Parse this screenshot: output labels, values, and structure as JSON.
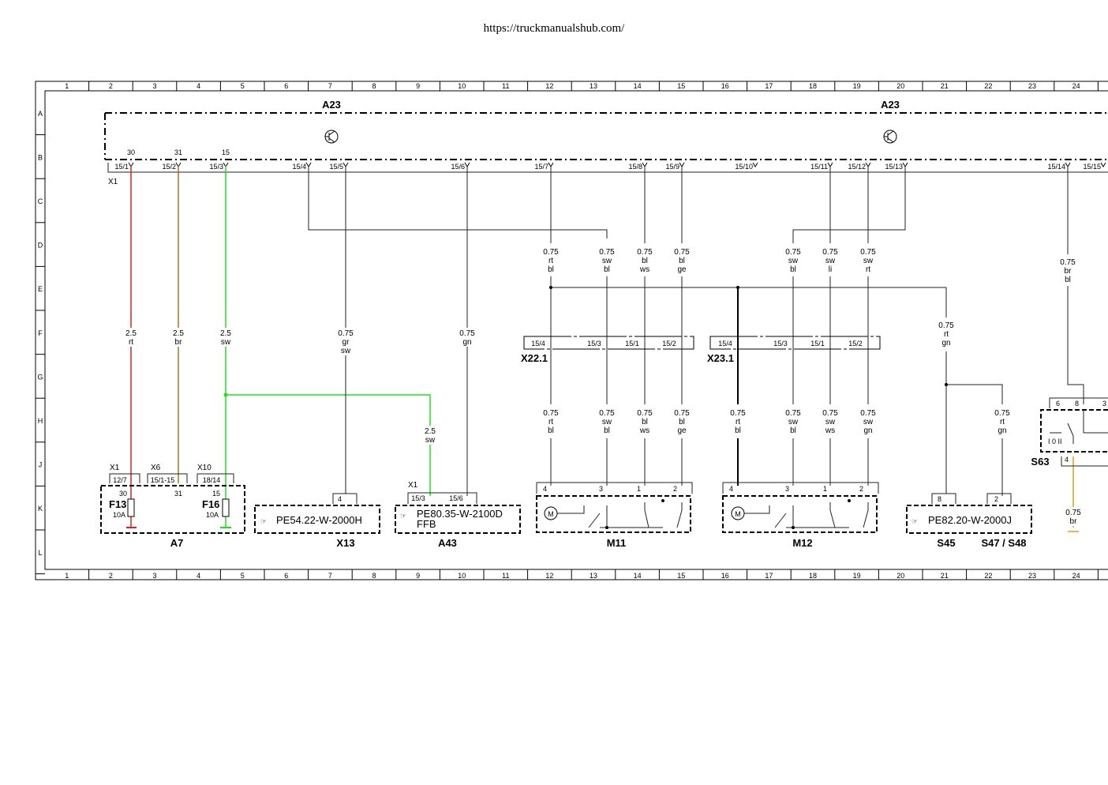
{
  "header": {
    "url": "https://truckmanualshub.com/"
  },
  "grid": {
    "columns": [
      "1",
      "2",
      "3",
      "4",
      "5",
      "6",
      "7",
      "8",
      "9",
      "10",
      "11",
      "12",
      "13",
      "14",
      "15",
      "16",
      "17",
      "18",
      "19",
      "20",
      "21",
      "22",
      "23",
      "24"
    ],
    "rows": [
      "A",
      "B",
      "C",
      "D",
      "E",
      "F",
      "G",
      "H",
      "J",
      "K",
      "L"
    ]
  },
  "modules": {
    "a23_left": "A23",
    "a23_right": "A23",
    "x1": "X1",
    "x22_1": "X22.1",
    "x23_1": "X23.1"
  },
  "bus_pins": {
    "top_numbers": [
      "30",
      "31",
      "15"
    ],
    "labels": [
      "15/1",
      "15/2",
      "15/3",
      "15/4",
      "15/5",
      "15/6",
      "15/7",
      "15/8",
      "15/9",
      "15/10",
      "15/11",
      "15/12",
      "15/13",
      "15/14",
      "15/15"
    ]
  },
  "wires": {
    "w_rt": [
      "2.5",
      "rt"
    ],
    "w_br": [
      "2.5",
      "br"
    ],
    "w_sw": [
      "2.5",
      "sw"
    ],
    "w_grsw": [
      "0.75",
      "gr",
      "sw"
    ],
    "w_gn": [
      "0.75",
      "gn"
    ],
    "w_a43": [
      "2.5",
      "sw"
    ],
    "d1": [
      "0.75",
      "rt",
      "bl"
    ],
    "d2": [
      "0.75",
      "sw",
      "bl"
    ],
    "d3": [
      "0.75",
      "bl",
      "ws"
    ],
    "d4": [
      "0.75",
      "bl",
      "ge"
    ],
    "d5": [
      "0.75",
      "sw",
      "bl"
    ],
    "d6": [
      "0.75",
      "sw",
      "li"
    ],
    "d7": [
      "0.75",
      "sw",
      "rt"
    ],
    "d8": [
      "0.75",
      "br",
      "bl"
    ],
    "f1": [
      "0.75",
      "rt",
      "gn"
    ],
    "h1": [
      "0.75",
      "rt",
      "bl"
    ],
    "h2": [
      "0.75",
      "sw",
      "bl"
    ],
    "h3": [
      "0.75",
      "bl",
      "ws"
    ],
    "h4": [
      "0.75",
      "bl",
      "ge"
    ],
    "h5": [
      "0.75",
      "rt",
      "bl"
    ],
    "h6": [
      "0.75",
      "sw",
      "bl"
    ],
    "h7": [
      "0.75",
      "sw",
      "ws"
    ],
    "h8": [
      "0.75",
      "sw",
      "gn"
    ],
    "h9": [
      "0.75",
      "rt",
      "gn"
    ],
    "k1": [
      "0.75",
      "br"
    ]
  },
  "x22_pins": [
    "15/4",
    "15/3",
    "15/1",
    "15/2"
  ],
  "x23_pins": [
    "15/4",
    "15/3",
    "15/1",
    "15/2"
  ],
  "connectors": {
    "x1_left": "X1",
    "x6": "X6",
    "x10": "X10",
    "p1": "12/7",
    "p2": "15/1-15",
    "p3": "18/14",
    "pin30": "30",
    "pin31": "31",
    "pin15": "15",
    "x1_a43": "X1",
    "a43_p1": "15/3",
    "a43_p2": "15/6",
    "x13_pin": "4"
  },
  "fuses": {
    "f13": "F13",
    "f13_rating": "10A",
    "f16": "F16",
    "f16_rating": "10A"
  },
  "refs": {
    "x13": "PE54.22-W-2000H",
    "a43_1": "PE80.35-W-2100D",
    "a43_2": "FFB",
    "s45": "PE82.20-W-2000J"
  },
  "motor_pins": {
    "m11": [
      "4",
      "3",
      "1",
      "2"
    ],
    "m12": [
      "4",
      "3",
      "1",
      "2"
    ],
    "motor_symbol": "M",
    "s45_pin": "8",
    "s47_pin": "2",
    "s63_pins": [
      "6",
      "8",
      "3",
      "4"
    ],
    "s63_switch": "I 0 II"
  },
  "components": {
    "a7": "A7",
    "x13": "X13",
    "a43": "A43",
    "m11": "M11",
    "m12": "M12",
    "s45": "S45",
    "s47_48": "S47 / S48",
    "s63": "S63"
  },
  "icons": [
    "transistor-icon",
    "reference-hand-icon",
    "motor-icon",
    "fuse-icon",
    "switch-icon"
  ],
  "colors": {
    "red": "#e02020",
    "brown": "#a07820",
    "green": "#20e020",
    "wire": "#222222",
    "orange": "#d8a020"
  }
}
